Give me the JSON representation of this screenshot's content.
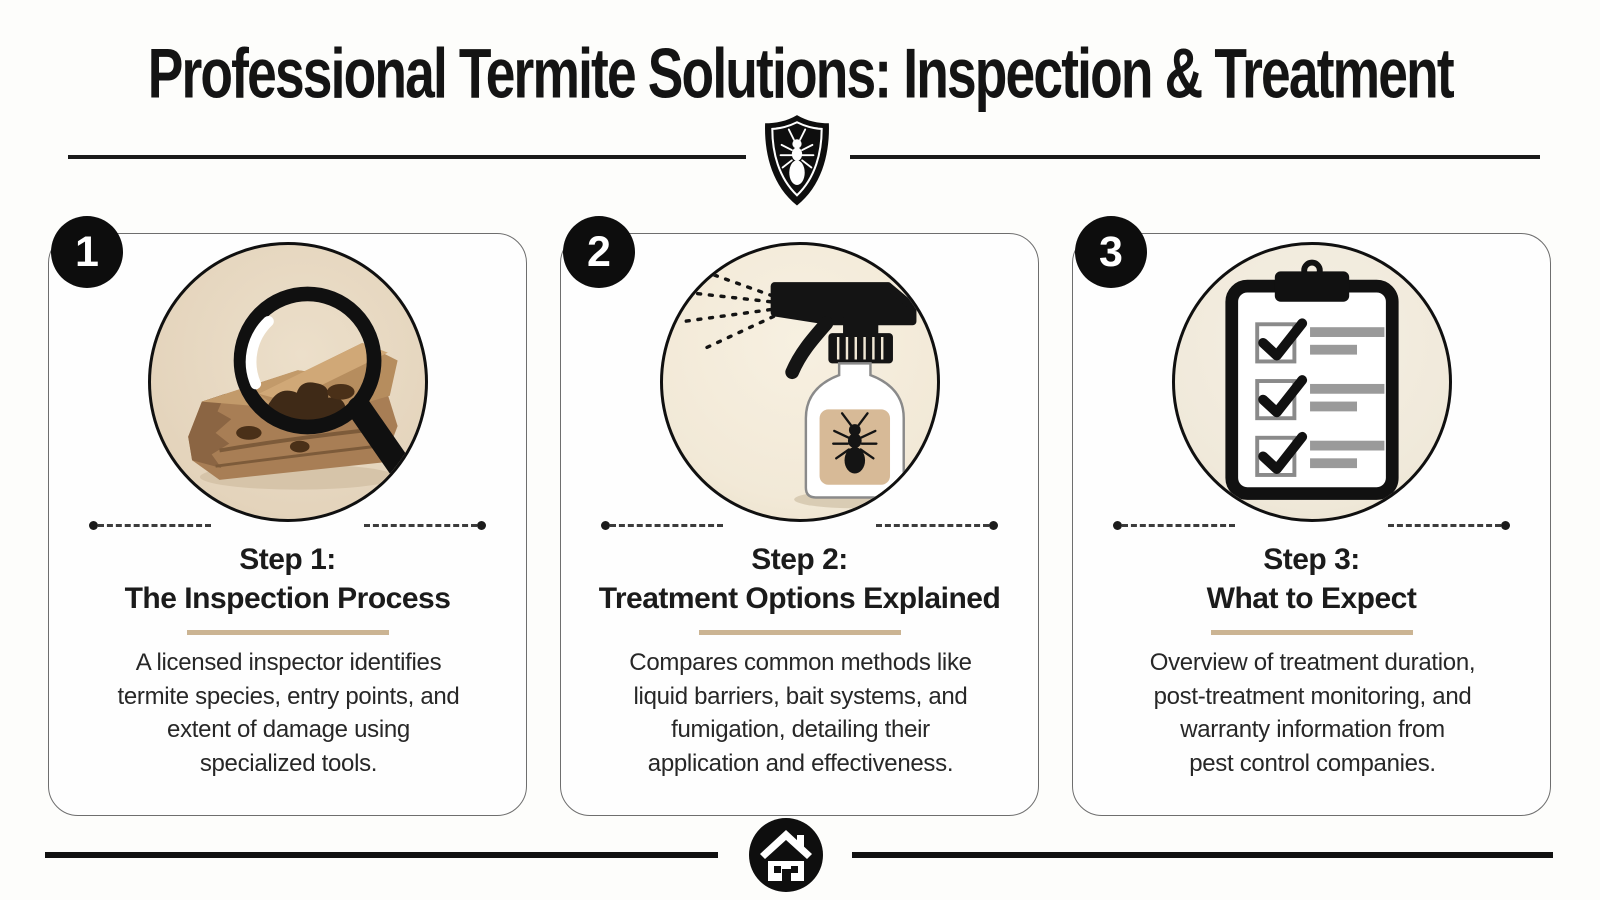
{
  "header": {
    "title": "Professional Termite Solutions: Inspection & Treatment",
    "shield_icon": "shield-with-termite",
    "divider_color": "#1a1a1a"
  },
  "palette": {
    "ink_black": "#111111",
    "card_border_gray": "#6e6e6e",
    "circle_beige_dark": "#e4d4bc",
    "circle_beige_light": "#f2e9d7",
    "underline_tan": "#cbb493",
    "label_tan": "#d7ba97",
    "wood_brown": "#a87e55",
    "checklist_gray": "#9a9a9a"
  },
  "steps": [
    {
      "number": "1",
      "heading": "Step 1:\nThe Inspection Process",
      "body": "A licensed inspector identifies\ntermite species, entry points, and\nextent of damage using\nspecialized tools.",
      "illustration": "magnifying-glass-over-damaged-wood"
    },
    {
      "number": "2",
      "heading": "Step 2:\nTreatment Options Explained",
      "body": "Compares common methods like\nliquid barriers, bait systems, and\nfumigation, detailing their\napplication and effectiveness.",
      "illustration": "termite-spray-bottle"
    },
    {
      "number": "3",
      "heading": "Step 3:\nWhat to Expect",
      "body": "Overview of treatment duration,\npost-treatment monitoring, and\nwarranty information from\npest control companies.",
      "illustration": "checklist-clipboard"
    }
  ],
  "footer": {
    "house_icon": "house-in-circle"
  }
}
